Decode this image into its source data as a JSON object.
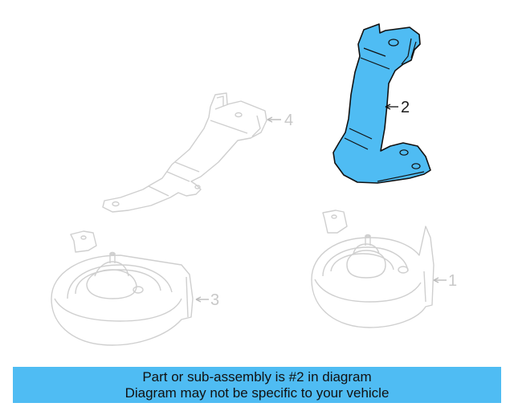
{
  "diagram": {
    "highlight_color": "#4fbcf3",
    "dim_color": "#c8c8c8",
    "outline_color": "#111111",
    "parts": [
      {
        "number": "1",
        "label": "1",
        "description": "horn (right)",
        "highlighted": false
      },
      {
        "number": "2",
        "label": "2",
        "description": "bracket",
        "highlighted": true
      },
      {
        "number": "3",
        "label": "3",
        "description": "horn (left)",
        "highlighted": false
      },
      {
        "number": "4",
        "label": "4",
        "description": "bracket",
        "highlighted": false
      }
    ]
  },
  "banner": {
    "line1": "Part or sub-assembly is #2 in diagram",
    "line2": "Diagram may not be specific to your vehicle",
    "background": "#4fbcf3"
  }
}
